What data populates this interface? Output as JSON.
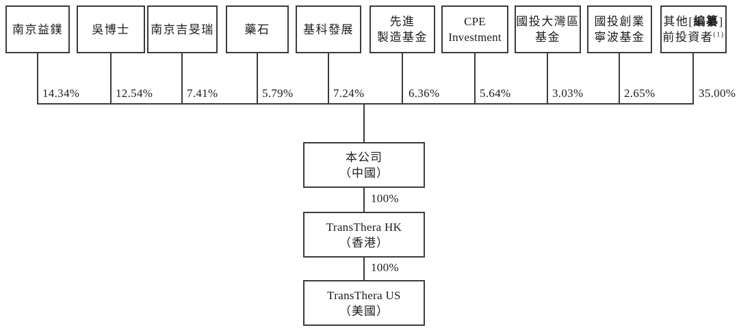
{
  "diagram": {
    "type": "shareholding-structure",
    "shareholders": [
      {
        "lines": [
          "南京益鏷"
        ],
        "percent": "14.34%"
      },
      {
        "lines": [
          "吳博士"
        ],
        "percent": "12.54%"
      },
      {
        "lines": [
          "南京吉旻瑞"
        ],
        "percent": "7.41%"
      },
      {
        "lines": [
          "藥石"
        ],
        "percent": "5.79%"
      },
      {
        "lines": [
          "基科發展"
        ],
        "percent": "7.24%"
      },
      {
        "lines": [
          "先進",
          "製造基金"
        ],
        "percent": "6.36%"
      },
      {
        "lines": [
          "CPE",
          "Investment"
        ],
        "percent": "5.64%"
      },
      {
        "lines": [
          "國投大灣區",
          "基金"
        ],
        "percent": "3.03%"
      },
      {
        "lines": [
          "國投創業",
          "寧波基金"
        ],
        "percent": "2.65%"
      },
      {
        "line1_prefix": "其他[",
        "line1_redacted": "編纂",
        "line1_suffix": "]",
        "line2": "前投資者",
        "footnote_marker": "(1)",
        "percent": "35.00%"
      }
    ],
    "company": {
      "name": "本公司",
      "region": "（中國）"
    },
    "subsidiaries": [
      {
        "name": "TransThera HK",
        "region": "（香港）",
        "ownership": "100%"
      },
      {
        "name": "TransThera US",
        "region": "（美國）",
        "ownership": "100%"
      }
    ]
  }
}
